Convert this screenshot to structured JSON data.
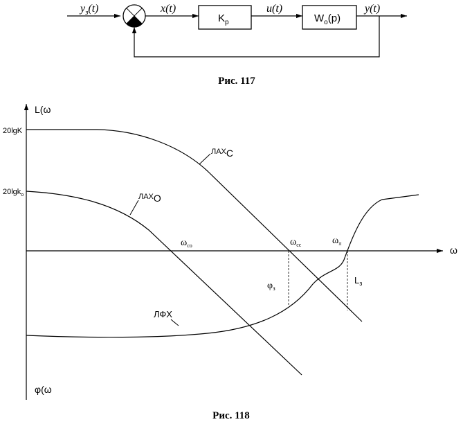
{
  "block_diagram": {
    "input_label": "y",
    "input_sub": "з",
    "input_arg": "(t)",
    "error_label": "x(t)",
    "controller_main": "K",
    "controller_sub": "р",
    "control_label": "u(t)",
    "plant_main": "W",
    "plant_sub": "о",
    "plant_arg": "(p)",
    "output_label": "y(t)",
    "caption": "Рис. 117"
  },
  "bode_plot": {
    "y_axis_top_label": "L(ω",
    "y_axis_bottom_label": "φ(ω",
    "x_axis_label": "ω",
    "tick_20lgK": "20lgK",
    "tick_20lgko_main": "20lgk",
    "tick_20lgko_sub": "о",
    "curve_lax_c_main": "ЛАХ",
    "curve_lax_c_sub": "С",
    "curve_lax_o_main": "ЛАХ",
    "curve_lax_o_sub": "О",
    "curve_lfh": "ЛФХ",
    "omega_co_main": "ω",
    "omega_co_sub": "со",
    "omega_cc_main": "ω",
    "omega_cc_sub": "сс",
    "omega_pi_main": "ω",
    "omega_pi_sub": "π",
    "phi_z_main": "φ",
    "phi_z_sub": "з",
    "l_z_main": "L",
    "l_z_sub": "з",
    "caption": "Рис. 118"
  }
}
